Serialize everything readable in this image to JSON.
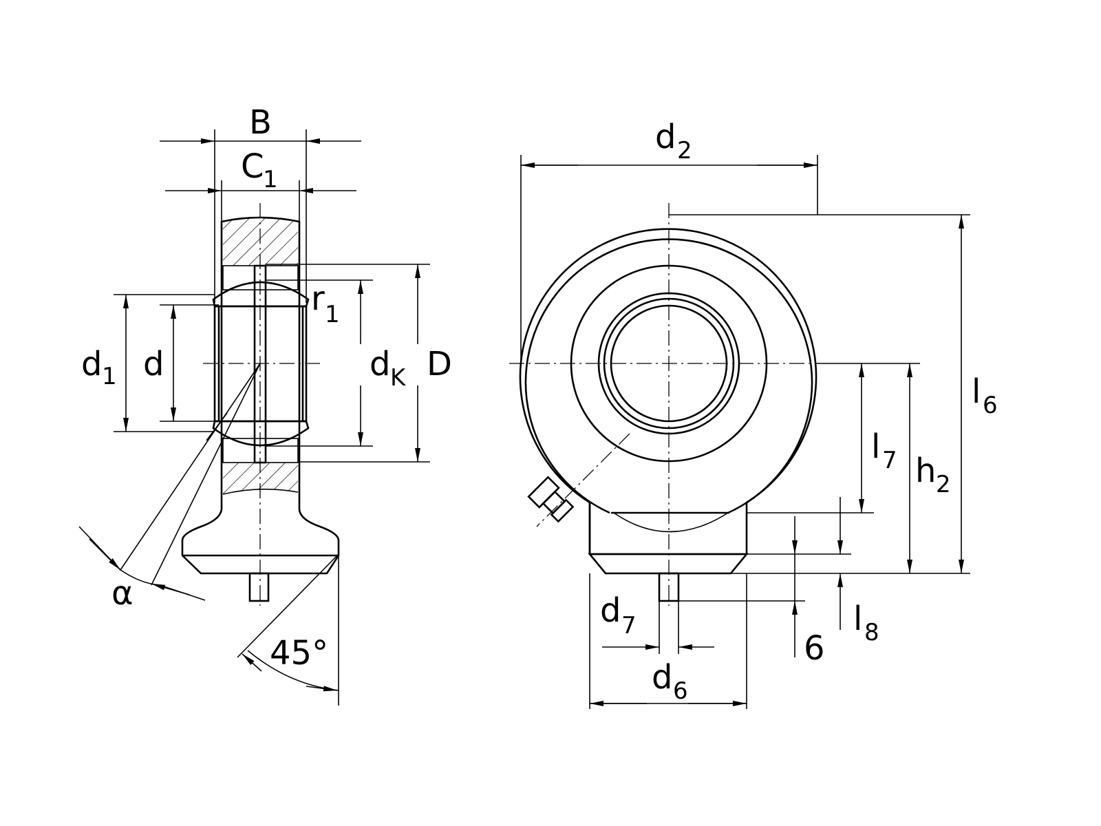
{
  "labels": {
    "B": "B",
    "C": "C",
    "C_sub": "1",
    "r": "r",
    "r_sub": "1",
    "d1": "d",
    "d1_sub": "1",
    "d": "d",
    "dK": "d",
    "dK_sub": "K",
    "D": "D",
    "alpha": "α",
    "angle45": "45°",
    "d2": "d",
    "d2_sub": "2",
    "l6": "l",
    "l6_sub": "6",
    "l7": "l",
    "l7_sub": "7",
    "h2": "h",
    "h2_sub": "2",
    "l8": "l",
    "l8_sub": "8",
    "six": "6",
    "d7": "d",
    "d7_sub": "7",
    "d6": "d",
    "d6_sub": "6"
  },
  "colors": {
    "line": "#000000",
    "background": "#ffffff"
  }
}
